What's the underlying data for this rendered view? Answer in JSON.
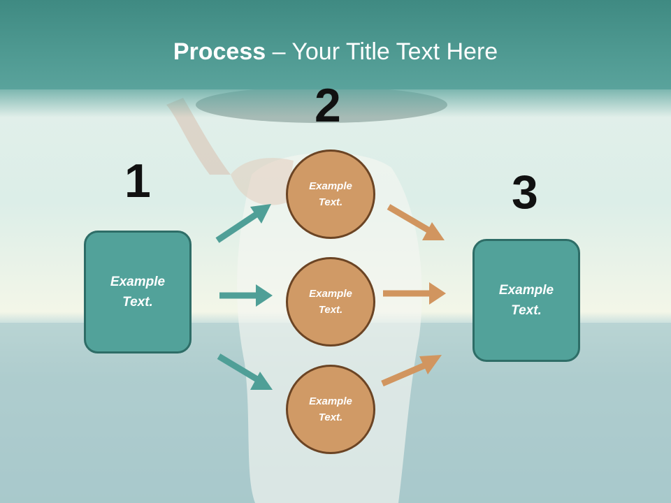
{
  "title": {
    "bold": "Process",
    "rest": " – Your Title Text Here"
  },
  "steps": {
    "one": "1",
    "two": "2",
    "three": "3"
  },
  "boxes": {
    "left": "Example Text.",
    "right": "Example Text."
  },
  "circles": {
    "top": "Example Text.",
    "middle": "Example Text.",
    "bottom": "Example Text."
  },
  "colors": {
    "header": "#4f9a92",
    "box": "#52a29a",
    "circle": "#d09a66",
    "teal_arrow": "#4f9f97",
    "orange_arrow": "#d1955f"
  }
}
